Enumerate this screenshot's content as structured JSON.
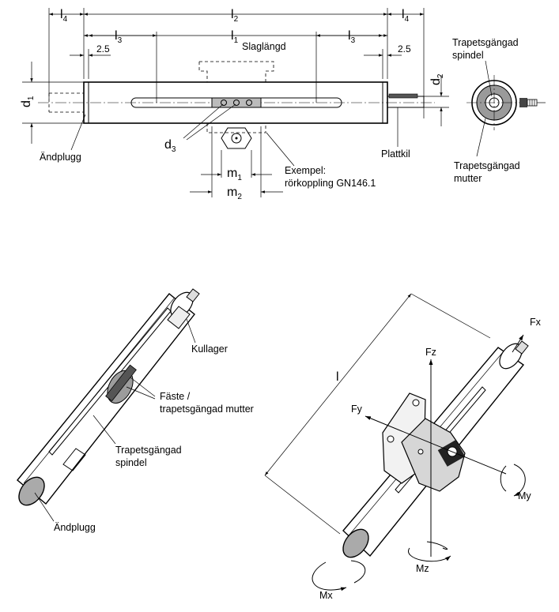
{
  "drawing_top": {
    "dims": {
      "l4": "l",
      "l4_sub": "4",
      "l2": "l",
      "l2_sub": "2",
      "l1": "l",
      "l1_sub": "1",
      "l3": "l",
      "l3_sub": "3",
      "d1": "d",
      "d1_sub": "1",
      "d2": "d",
      "d2_sub": "2",
      "d3": "d",
      "d3_sub": "3",
      "m1": "m",
      "m1_sub": "1",
      "m2": "m",
      "m2_sub": "2",
      "gap": "2.5"
    },
    "labels": {
      "slaglangd": "Slaglängd",
      "andplugg": "Ändplugg",
      "plattkil": "Plattkil",
      "exempel_1": "Exempel:",
      "exempel_2": "rörkoppling GN146.1",
      "spindel_1": "Trapetsgängad",
      "spindel_2": "spindel",
      "mutter_1": "Trapetsgängad",
      "mutter_2": "mutter"
    }
  },
  "iso_left": {
    "kullager": "Kullager",
    "faste_1": "Fäste /",
    "faste_2": "trapetsgängad mutter",
    "spindel_1": "Trapetsgängad",
    "spindel_2": "spindel",
    "andplugg": "Ändplugg"
  },
  "iso_right": {
    "length": "l",
    "fx": "Fx",
    "fy": "Fy",
    "fz": "Fz",
    "mx": "Mx",
    "my": "My",
    "mz": "Mz"
  }
}
